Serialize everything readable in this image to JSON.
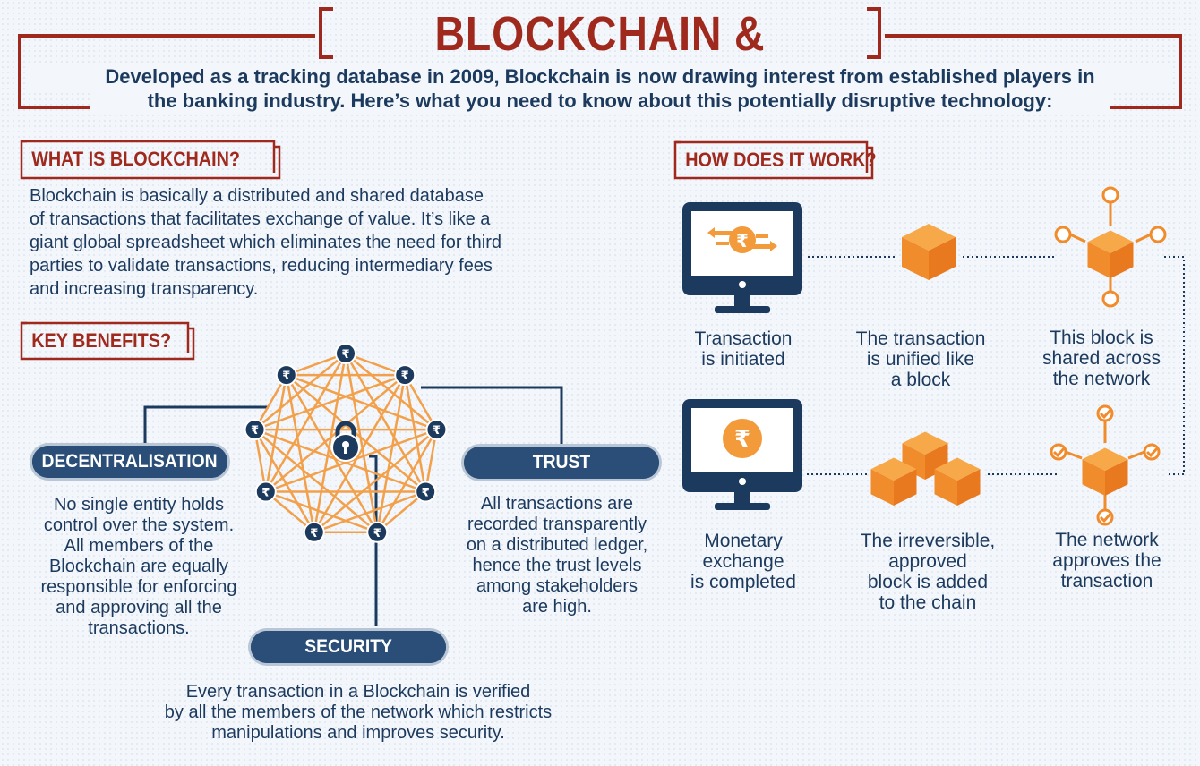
{
  "title": "BLOCKCHAIN & BANKING",
  "subtitle": {
    "line1": "Developed as a tracking database in 2009, Blockchain is now drawing interest from established players in",
    "line2": "the banking industry. Here’s what you need to know about this potentially disruptive technology:"
  },
  "what": {
    "heading": "WHAT IS BLOCKCHAIN?",
    "lines": [
      "Blockchain is basically a distributed and shared database",
      "of transactions that facilitates exchange of value. It’s like a",
      "giant global spreadsheet which eliminates the need for third",
      "parties to validate transactions, reducing intermediary fees",
      "and increasing transparency."
    ]
  },
  "benefits": {
    "heading": "KEY BENEFITS?",
    "node_symbol": "₹",
    "decentralisation": {
      "label": "DECENTRALISATION",
      "lines": [
        "No single entity holds",
        "control over the system.",
        "All members of the",
        "Blockchain are equally",
        "responsible for enforcing",
        "and approving all the",
        "transactions."
      ]
    },
    "trust": {
      "label": "TRUST",
      "lines": [
        "All transactions are",
        "recorded transparently",
        "on a distributed ledger,",
        "hence the trust levels",
        "among stakeholders",
        "are high."
      ]
    },
    "security": {
      "label": "SECURITY",
      "lines": [
        "Every transaction in a Blockchain is verified",
        "by all the members of the network which restricts",
        "manipulations and improves security."
      ]
    }
  },
  "how": {
    "heading": "HOW DOES IT WORK?",
    "symbol": "₹",
    "steps": [
      {
        "lines": [
          "Transaction",
          "is initiated"
        ]
      },
      {
        "lines": [
          "The transaction",
          "is unified like",
          "a block"
        ]
      },
      {
        "lines": [
          "This block is",
          "shared across",
          "the network"
        ]
      },
      {
        "lines": [
          "Monetary",
          "exchange",
          "is completed"
        ]
      },
      {
        "lines": [
          "The irreversible,",
          "approved",
          "block is added",
          "to the chain"
        ]
      },
      {
        "lines": [
          "The network",
          "approves the",
          "transaction"
        ]
      }
    ]
  },
  "colors": {
    "title_red": "#a0291e",
    "navy": "#1c3a5e",
    "orange": "#f39a3a",
    "pill": "#2a4e77"
  }
}
